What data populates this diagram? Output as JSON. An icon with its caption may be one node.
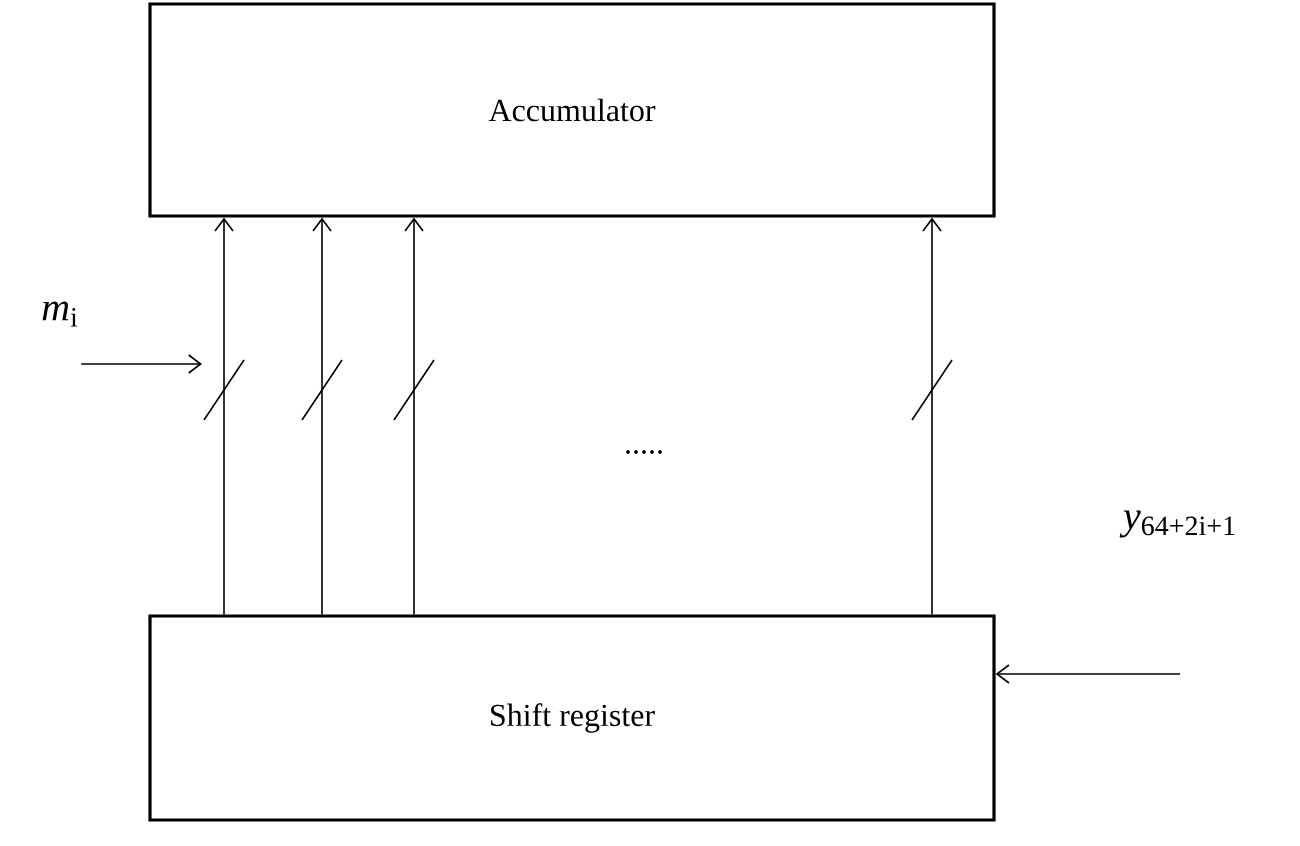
{
  "diagram": {
    "nodes": [
      {
        "text": [
          "Accumulator"
        ]
      },
      {
        "text": [
          "Shift register"
        ]
      },
      {
        "text": [
          "*m*$_{i}$"
        ]
      },
      {
        "text": [
          "*y*$_{64+2i+1}$"
        ]
      }
    ],
    "edges": [
      {
        "from": 1,
        "to": 0,
        "arrow": "to"
      },
      {
        "from": 1,
        "to": 0,
        "arrow": "to"
      },
      {
        "from": 1,
        "to": 0,
        "arrow": "to"
      },
      {
        "from": 1,
        "to": 0,
        "arrow": "to"
      },
      {
        "from": 2,
        "to": null,
        "arrow": "to"
      },
      {
        "from": 3,
        "to": 1,
        "arrow": "to"
      }
    ],
    "labels": [
      "....."
    ]
  }
}
